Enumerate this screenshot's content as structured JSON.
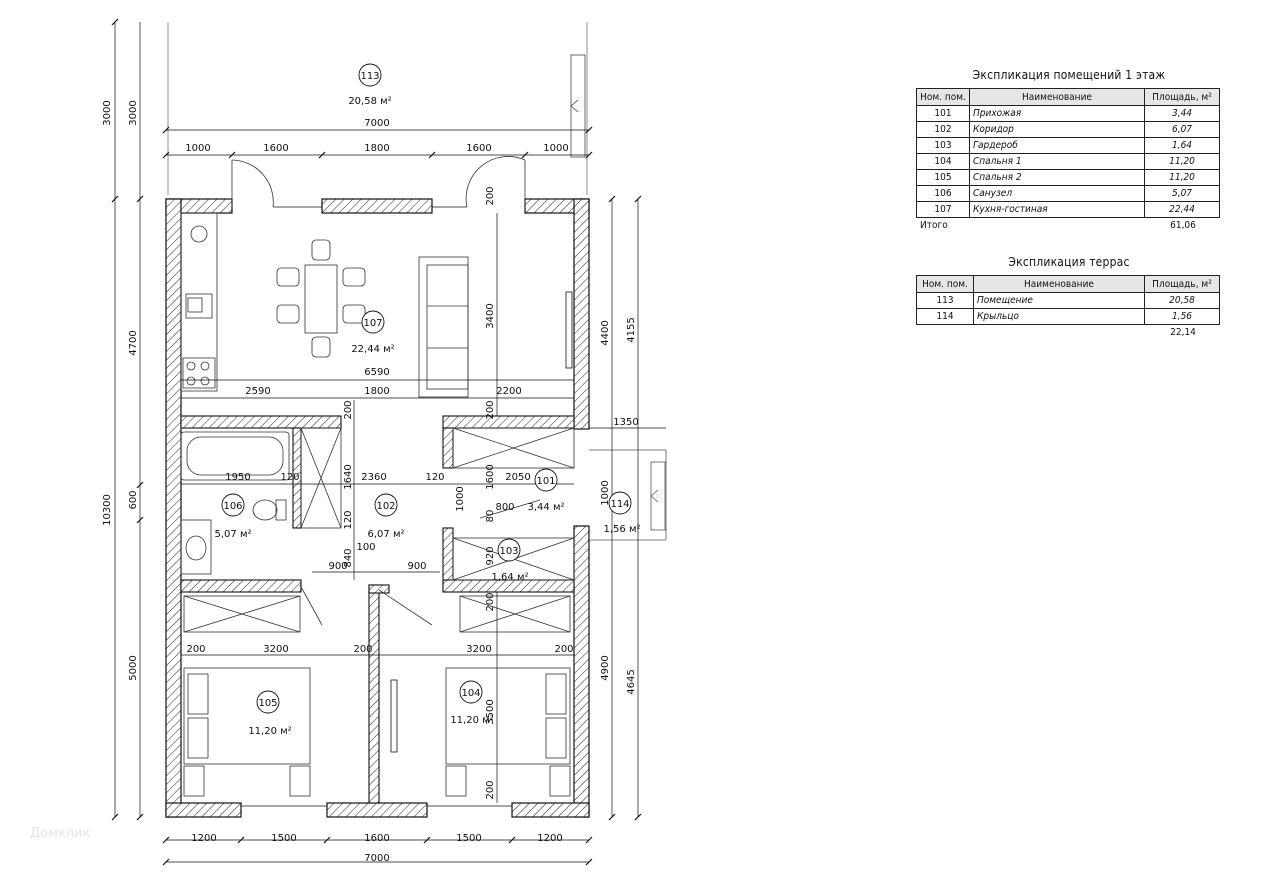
{
  "explication_rooms": {
    "title": "Экспликация помещений 1 этаж",
    "headers": [
      "Ном. пом.",
      "Наименование",
      "Площадь, м²"
    ],
    "rows": [
      [
        "101",
        "Прихожая",
        "3,44"
      ],
      [
        "102",
        "Коридор",
        "6,07"
      ],
      [
        "103",
        "Гардероб",
        "1,64"
      ],
      [
        "104",
        "Спальня 1",
        "11,20"
      ],
      [
        "105",
        "Спальня 2",
        "11,20"
      ],
      [
        "106",
        "Санузел",
        "5,07"
      ],
      [
        "107",
        "Кухня-гостиная",
        "22,44"
      ]
    ],
    "total_label": "Итого",
    "total_value": "61,06"
  },
  "explication_terraces": {
    "title": "Экспликация террас",
    "headers": [
      "Ном. пом.",
      "Наименование",
      "Площадь, м²"
    ],
    "rows": [
      [
        "113",
        "Помещение",
        "20,58"
      ],
      [
        "114",
        "Крыльцо",
        "1,56"
      ]
    ],
    "total_value": "22,14"
  },
  "rooms": {
    "r113": {
      "num": "113",
      "area": "20,58 м²"
    },
    "r107": {
      "num": "107",
      "area": "22,44 м²"
    },
    "r106": {
      "num": "106",
      "area": "5,07 м²"
    },
    "r102": {
      "num": "102",
      "area": "6,07 м²"
    },
    "r101": {
      "num": "101",
      "area": "3,44 м²"
    },
    "r103": {
      "num": "103",
      "area": "1,64 м²"
    },
    "r114": {
      "num": "114",
      "area": "1,56 м²"
    },
    "r105": {
      "num": "105",
      "area": "11,20 м²"
    },
    "r104": {
      "num": "104",
      "area": "11,20 м²"
    }
  },
  "dimensions": {
    "top_total": "7000",
    "top_segments": [
      "1000",
      "1600",
      "1800",
      "1600",
      "1000"
    ],
    "bottom_total": "7000",
    "bottom_segments": [
      "1200",
      "1500",
      "1600",
      "1500",
      "1200"
    ],
    "left_outer": "10300",
    "left_inner": [
      "4700",
      "600",
      "5000"
    ],
    "left_terrace": [
      "3000",
      "3000"
    ],
    "right_outer": [
      "4155",
      "4645"
    ],
    "right_inner": [
      "4400",
      "4900"
    ],
    "porch": "1350",
    "living_width": "6590",
    "row_2590": "2590",
    "row_1800": "1800",
    "row_2200": "2200",
    "d3400": "3400",
    "d200": "200",
    "d1950": "1950",
    "d120": "120",
    "d2360": "2360",
    "d2050": "2050",
    "d1640": "1640",
    "d1600": "1600",
    "d1000": "1000",
    "d800": "800",
    "d80": "80",
    "d900": "900",
    "d920": "920",
    "d840": "840",
    "d100": "100",
    "d3200": "3200",
    "d3500": "3500"
  },
  "watermark": "Домклик"
}
